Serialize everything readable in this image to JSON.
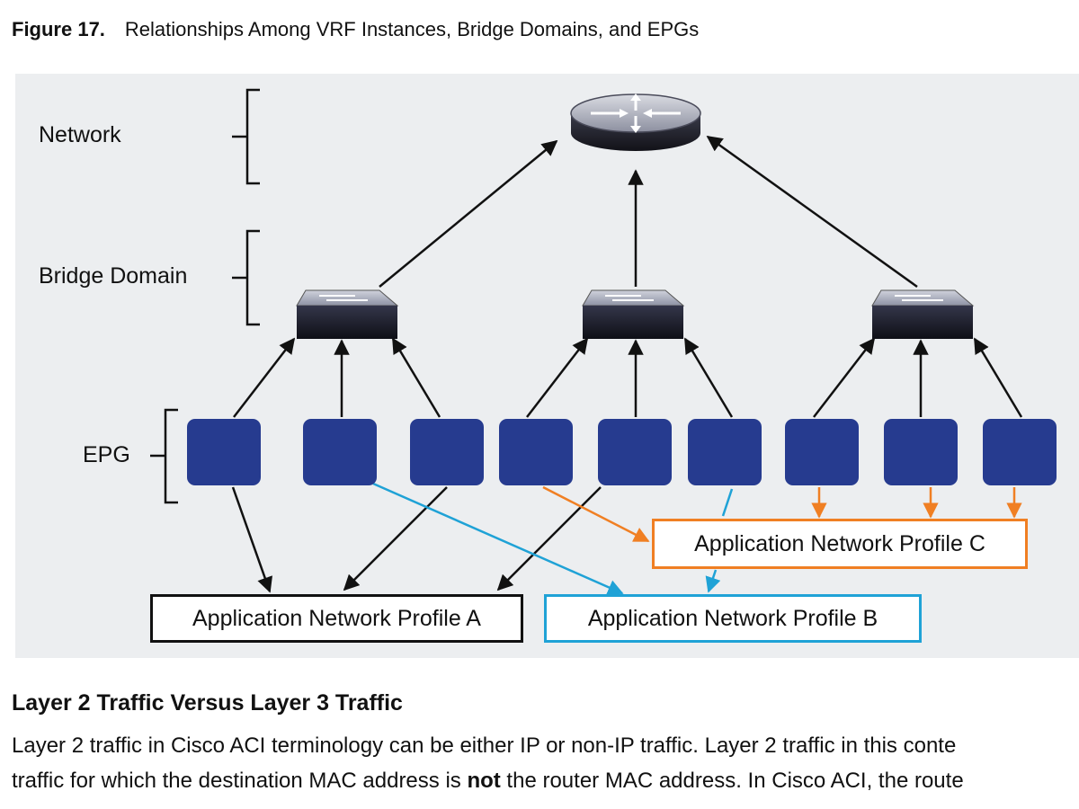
{
  "figure": {
    "number": "Figure 17.",
    "title": "Relationships Among VRF Instances, Bridge Domains, and EPGs",
    "tiers": {
      "network": "Network",
      "bridge_domain": "Bridge Domain",
      "epg": "EPG"
    },
    "profiles": {
      "a": "Application Network Profile A",
      "b": "Application Network Profile B",
      "c": "Application Network Profile C"
    },
    "icons": [
      "router-icon",
      "switch-icon",
      "epg-square-icon"
    ],
    "colors": {
      "epg_fill": "#263b8f",
      "profile_a": "#111111",
      "profile_b": "#1fa2d6",
      "profile_c": "#f07f23",
      "background": "#eceef0"
    }
  },
  "section": {
    "heading": "Layer 2 Traffic Versus Layer 3 Traffic",
    "line1": "Layer 2 traffic in Cisco ACI terminology can be either IP or non-IP traffic. Layer 2 traffic in this conte",
    "line2_before": "traffic for which the destination MAC address is ",
    "line2_bold": "not",
    "line2_after": " the router MAC address. In Cisco ACI, the route"
  }
}
